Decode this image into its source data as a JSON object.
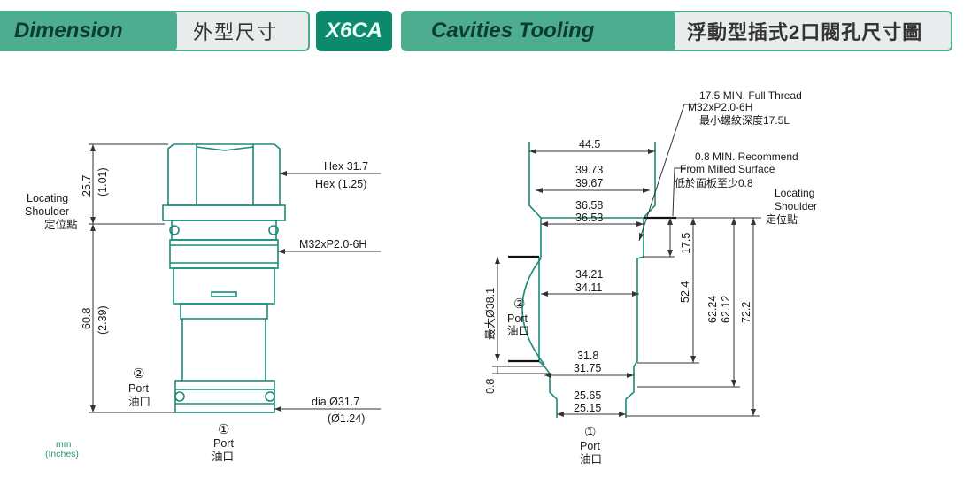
{
  "header": {
    "dimension_label": "Dimension",
    "dimension_cn": "外型尺寸",
    "model_code": "X6CA",
    "cavities_label": "Cavities Tooling",
    "cavities_cn": "浮動型插式2口閥孔尺寸圖"
  },
  "colors": {
    "outline": "#1a8c7a",
    "accent": "#4cae8f",
    "dark_tab": "#0d8a6e"
  },
  "left_drawing": {
    "locating_shoulder": [
      "Locating",
      "Shoulder",
      "定位點"
    ],
    "dim_top": "25.7",
    "dim_top_in": "(1.01)",
    "dim_body": "60.8",
    "dim_body_in": "(2.39)",
    "hex": "Hex  31.7",
    "hex_in": "Hex  (1.25)",
    "thread": "M32xP2.0-6H",
    "dia": "dia  Ø31.7",
    "dia_in": "(Ø1.24)",
    "port2_num": "②",
    "port2": "Port",
    "port2_cn": "油口",
    "port1_num": "①",
    "port1": "Port",
    "port1_cn": "油口",
    "units_mm": "mm",
    "units_in": "(Inches)"
  },
  "right_drawing": {
    "note_thread": [
      "17.5 MIN. Full Thread",
      "M32xP2.0-6H",
      "最小螺紋深度17.5L"
    ],
    "note_surface": [
      "0.8 MIN. Recommend",
      "From Milled Surface",
      "低於面板至少0.8"
    ],
    "locating_shoulder": [
      "Locating",
      "Shoulder",
      "定位點"
    ],
    "d_44_5": "44.5",
    "d_39_73": "39.73",
    "d_39_67": "39.67",
    "d_36_58": "36.58",
    "d_36_53": "36.53",
    "d_34_21": "34.21",
    "d_34_11": "34.11",
    "d_31_8": "31.8",
    "d_31_75": "31.75",
    "d_25_65": "25.65",
    "d_25_15": "25.15",
    "max_dia": "最大Ø38.1",
    "d_0_8": "0.8",
    "d_17_5": "17.5",
    "d_52_4": "52.4",
    "d_62_24": "62.24",
    "d_62_12": "62.12",
    "d_72_2": "72.2",
    "port2_num": "②",
    "port2": "Port",
    "port2_cn": "油口",
    "port1_num": "①",
    "port1": "Port",
    "port1_cn": "油口"
  }
}
